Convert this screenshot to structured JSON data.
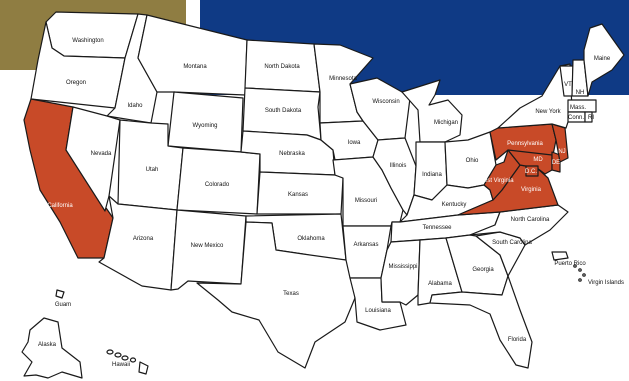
{
  "colors": {
    "highlight": "#c84a28",
    "state": "#ffffff",
    "ocean": "#ffffff",
    "corner_gold": "#8f7d42",
    "corner_navy": "#0f3a85",
    "label": "#111111",
    "label_on_highlight": "#ffffff"
  },
  "states": [
    {
      "id": "wa",
      "label": "Washington",
      "highlight": false
    },
    {
      "id": "or",
      "label": "Oregon",
      "highlight": false
    },
    {
      "id": "ca",
      "label": "California",
      "highlight": true
    },
    {
      "id": "id",
      "label": "Idaho",
      "highlight": false
    },
    {
      "id": "nv",
      "label": "Nevada",
      "highlight": false
    },
    {
      "id": "mt",
      "label": "Montana",
      "highlight": false
    },
    {
      "id": "wy",
      "label": "Wyoming",
      "highlight": false
    },
    {
      "id": "ut",
      "label": "Utah",
      "highlight": false
    },
    {
      "id": "az",
      "label": "Arizona",
      "highlight": false
    },
    {
      "id": "co",
      "label": "Colorado",
      "highlight": false
    },
    {
      "id": "nm",
      "label": "New Mexico",
      "highlight": false
    },
    {
      "id": "nd",
      "label": "North Dakota",
      "highlight": false
    },
    {
      "id": "sd",
      "label": "South Dakota",
      "highlight": false
    },
    {
      "id": "ne",
      "label": "Nebraska",
      "highlight": false
    },
    {
      "id": "ks",
      "label": "Kansas",
      "highlight": false
    },
    {
      "id": "ok",
      "label": "Oklahoma",
      "highlight": false
    },
    {
      "id": "tx",
      "label": "Texas",
      "highlight": false
    },
    {
      "id": "mn",
      "label": "Minnesota",
      "highlight": false
    },
    {
      "id": "ia",
      "label": "Iowa",
      "highlight": false
    },
    {
      "id": "mo",
      "label": "Missouri",
      "highlight": false
    },
    {
      "id": "ar",
      "label": "Arkansas",
      "highlight": false
    },
    {
      "id": "la",
      "label": "Louisiana",
      "highlight": false
    },
    {
      "id": "wi",
      "label": "Wisconsin",
      "highlight": false
    },
    {
      "id": "il",
      "label": "Illinois",
      "highlight": false
    },
    {
      "id": "mi",
      "label": "Michigan",
      "highlight": false
    },
    {
      "id": "in",
      "label": "Indiana",
      "highlight": false
    },
    {
      "id": "oh",
      "label": "Ohio",
      "highlight": false
    },
    {
      "id": "ky",
      "label": "Kentucky",
      "highlight": false
    },
    {
      "id": "tn",
      "label": "Tennessee",
      "highlight": false
    },
    {
      "id": "ms",
      "label": "Mississippi",
      "highlight": false
    },
    {
      "id": "al",
      "label": "Alabama",
      "highlight": false
    },
    {
      "id": "ga",
      "label": "Georgia",
      "highlight": false
    },
    {
      "id": "fl",
      "label": "Florida",
      "highlight": false
    },
    {
      "id": "sc",
      "label": "South Carolina",
      "highlight": false
    },
    {
      "id": "nc",
      "label": "North Carolina",
      "highlight": false
    },
    {
      "id": "va",
      "label": "Virginia",
      "highlight": true
    },
    {
      "id": "wv",
      "label": "West Virginia",
      "highlight": true
    },
    {
      "id": "pa",
      "label": "Pennsylvania",
      "highlight": true
    },
    {
      "id": "md",
      "label": "MD",
      "highlight": true
    },
    {
      "id": "de",
      "label": "DE",
      "highlight": true
    },
    {
      "id": "dc",
      "label": "D.C.",
      "highlight": true
    },
    {
      "id": "nj",
      "label": "NJ",
      "highlight": true
    },
    {
      "id": "ny",
      "label": "New York",
      "highlight": false
    },
    {
      "id": "ct",
      "label": "Conn.",
      "highlight": false
    },
    {
      "id": "ri",
      "label": "RI",
      "highlight": false
    },
    {
      "id": "ma",
      "label": "Mass.",
      "highlight": false
    },
    {
      "id": "vt",
      "label": "VT",
      "highlight": false
    },
    {
      "id": "nh",
      "label": "NH",
      "highlight": false
    },
    {
      "id": "me",
      "label": "Maine",
      "highlight": false
    },
    {
      "id": "ak",
      "label": "Alaska",
      "highlight": false
    },
    {
      "id": "hi",
      "label": "Hawaii",
      "highlight": false
    },
    {
      "id": "gu",
      "label": "Guam",
      "highlight": false
    },
    {
      "id": "pr",
      "label": "Puerto Rico",
      "highlight": false
    },
    {
      "id": "vi",
      "label": "Virgin Islands",
      "highlight": false
    }
  ]
}
